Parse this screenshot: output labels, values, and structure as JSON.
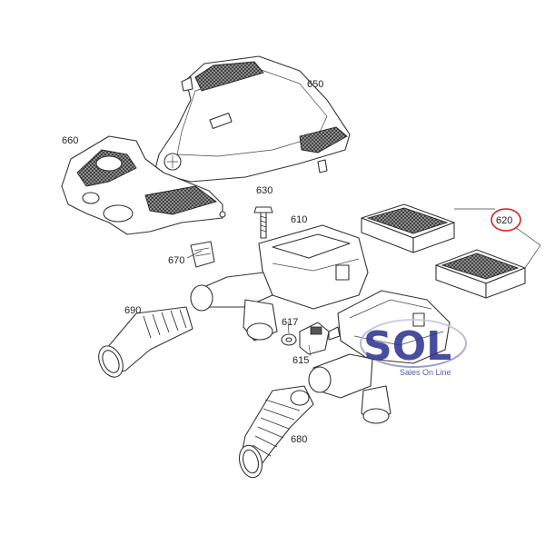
{
  "diagram": {
    "part_labels": {
      "p650": "650",
      "p660": "660",
      "p630": "630",
      "p610": "610",
      "p620": "620",
      "p670": "670",
      "p690": "690",
      "p617": "617",
      "p615": "615",
      "p680": "680"
    },
    "highlighted_part": "620",
    "highlight_color": "#d62020"
  },
  "watermark": {
    "logo_text": "SOL",
    "tagline": "Sales On Line",
    "colors": {
      "main": "#2a2f8f",
      "accent": "#b9b9d6"
    }
  }
}
